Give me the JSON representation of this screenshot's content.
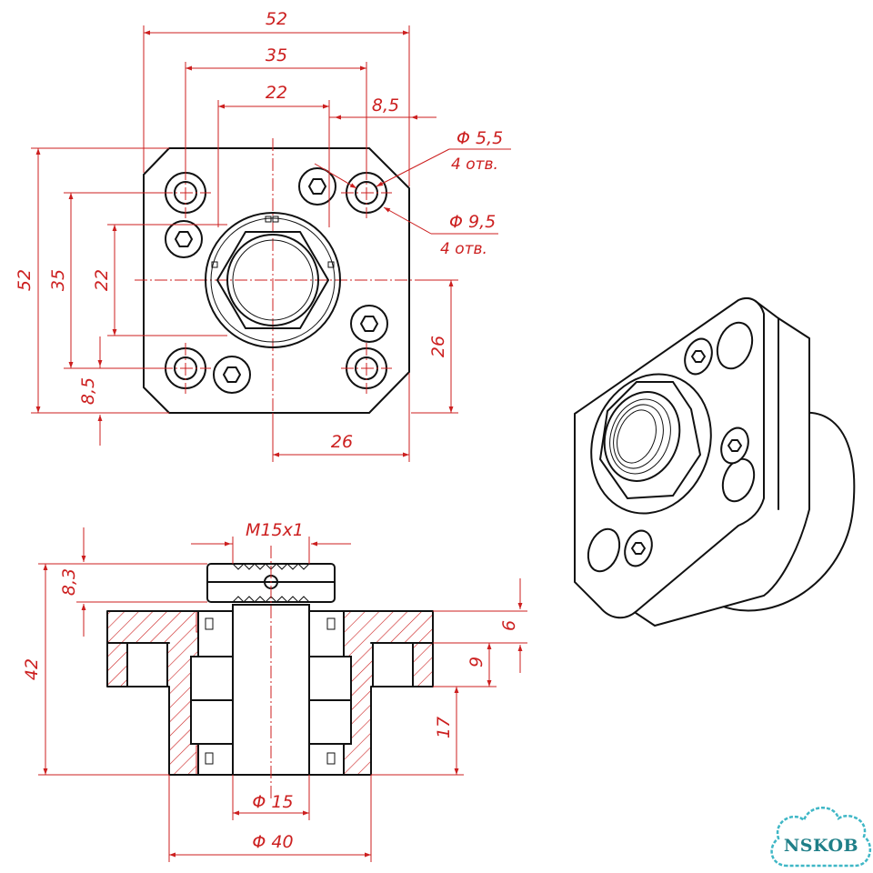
{
  "top_view": {
    "dimensions": {
      "overall_width": "52",
      "hole_pitch_width": "35",
      "pilot_width": "22",
      "edge_offset_top": "8,5",
      "overall_height": "52",
      "hole_pitch_height": "35",
      "pilot_height": "22",
      "edge_offset_left": "8,5",
      "center_to_edge_vertical": "26",
      "center_to_edge_horizontal": "26"
    },
    "callouts": {
      "small_hole_diameter": "Φ 5,5",
      "small_hole_count": "4 отв.",
      "counterbore_diameter": "Φ 9,5",
      "counterbore_count": "4 отв."
    }
  },
  "section_view": {
    "dimensions": {
      "thread": "M15x1",
      "nut_height": "8,3",
      "overall_height": "42",
      "flange_thickness": "6",
      "counterbore_depth": "9",
      "spigot_height": "17",
      "bore_diameter": "Φ 15",
      "spigot_diameter": "Φ 40"
    }
  },
  "watermark": {
    "brand": "NSKOB"
  },
  "colors": {
    "outline": "#111111",
    "dimension": "#cc1f1f",
    "logo": "#1f7f88"
  }
}
